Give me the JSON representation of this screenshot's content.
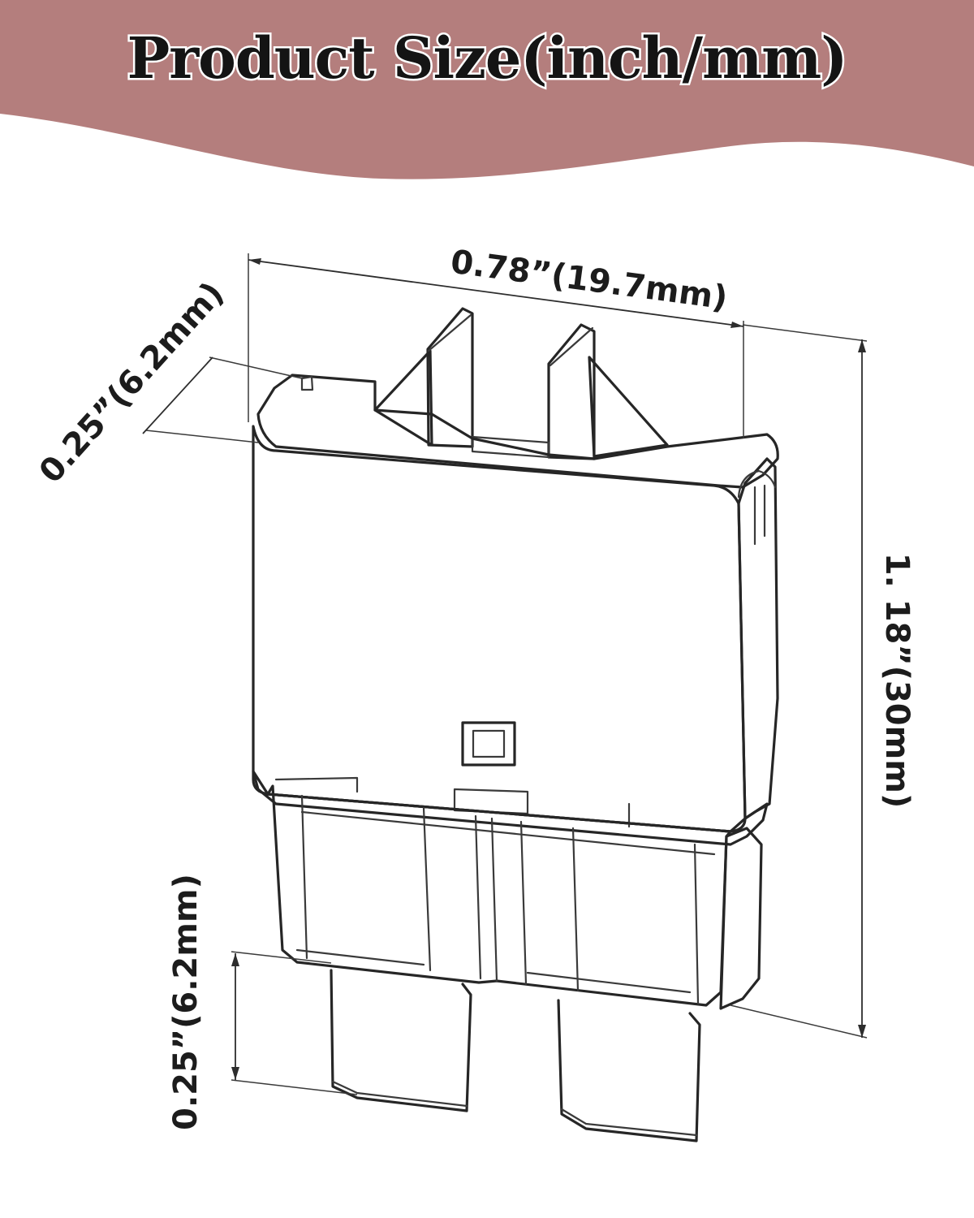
{
  "header": {
    "title": "Product Size(inch/mm)",
    "band_color": "#b47e7d"
  },
  "dimensions": {
    "width_label": "0.78”(19.7mm)",
    "thickness_label": "0.25”(6.2mm)",
    "height_label": "1. 18”(30mm)",
    "terminal_label": "0.25”(6.2mm)"
  },
  "drawing": {
    "subject": "blade fuse type circuit breaker",
    "line_color": "#262626"
  }
}
